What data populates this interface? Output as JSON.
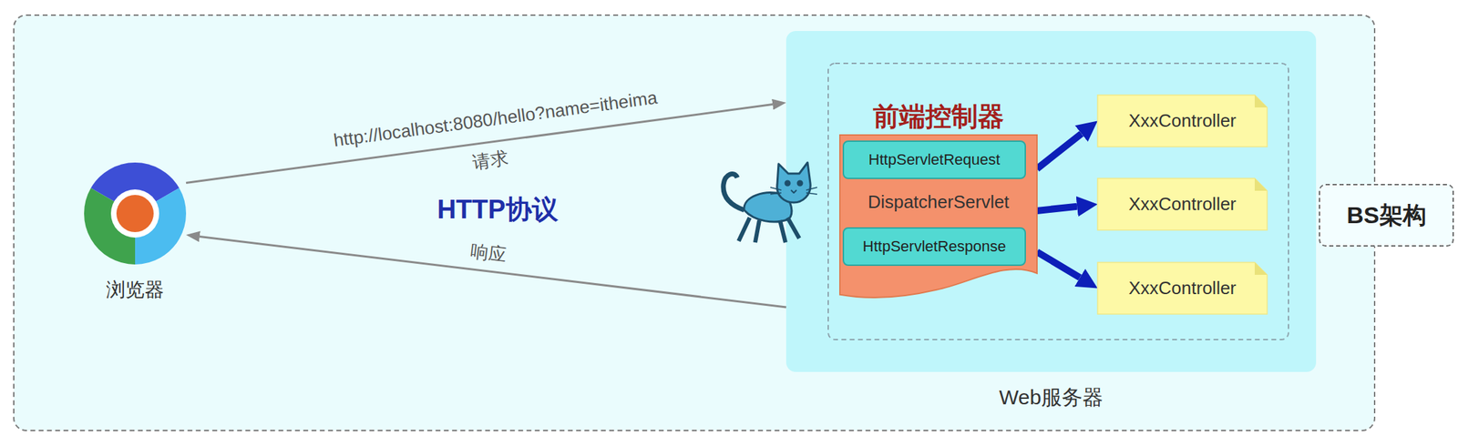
{
  "diagram": {
    "nodes": [
      {
        "text": [
          "浏览器"
        ]
      },
      {
        "text": [
          "Web服务器"
        ]
      },
      {
        "text": [
          "前端控制器",
          "DispatcherServlet"
        ],
        "in": 1
      },
      {
        "text": [
          "HttpServletRequest"
        ],
        "in": 2
      },
      {
        "text": [
          "HttpServletResponse"
        ],
        "in": 2
      },
      {
        "text": [
          "XxxController"
        ],
        "in": 1
      },
      {
        "text": [
          "XxxController"
        ],
        "in": 1
      },
      {
        "text": [
          "XxxController"
        ],
        "in": 1
      },
      {
        "text": [
          "BS架构"
        ]
      }
    ],
    "edges": [
      {
        "from": 0,
        "to": 1,
        "arrow": "to",
        "label": "http://localhost:8080/hello?name=itheima"
      },
      {
        "from": 1,
        "to": 0,
        "arrow": "to",
        "label": "响应"
      },
      {
        "from": 2,
        "to": 5,
        "arrow": "to"
      },
      {
        "from": 2,
        "to": 6,
        "arrow": "to"
      },
      {
        "from": 2,
        "to": 7,
        "arrow": "to"
      }
    ],
    "labels": [
      "请求",
      "HTTP协议"
    ]
  }
}
